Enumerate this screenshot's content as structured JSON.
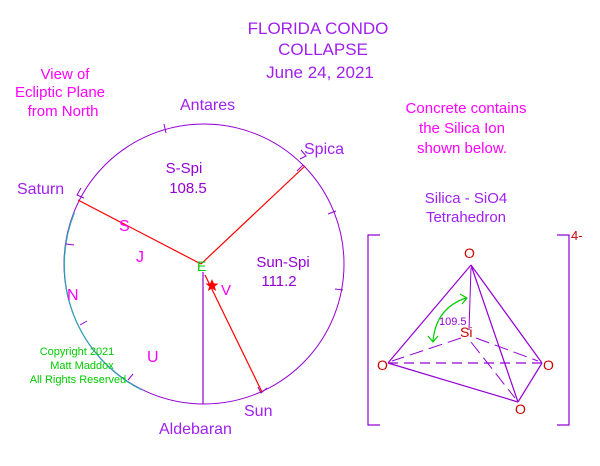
{
  "title": [
    "FLORIDA CONDO",
    "COLLAPSE",
    "June 24, 2021"
  ],
  "view_label": [
    "View of",
    "Ecliptic Plane",
    "from North"
  ],
  "stars": {
    "antares": "Antares",
    "spica": "Spica",
    "saturn": "Saturn",
    "aldebaran": "Aldebaran",
    "sun": "Sun"
  },
  "planets": {
    "saturn_marker": "S",
    "jupiter": "J",
    "neptune": "N",
    "uranus": "U",
    "venus": "V",
    "earth": "E"
  },
  "angles": {
    "s_spi_label": "S-Spi",
    "s_spi_value": "108.5",
    "sun_spi_label": "Sun-Spi",
    "sun_spi_value": "111.2"
  },
  "copyright": [
    "Copyright 2021",
    "Matt Maddox",
    "All Rights Reserved"
  ],
  "concrete_note": [
    "Concrete contains",
    "the Silica Ion",
    "shown below."
  ],
  "tetrahedron": {
    "title": [
      "Silica - SiO4",
      "Tetrahedron"
    ],
    "charge": "4-",
    "angle": "109.5",
    "silicon": "Si",
    "oxygen": "O"
  },
  "colors": {
    "title": "#a020f0",
    "magenta": "#ff00ff",
    "purple_line": "#9400d3",
    "red_line": "#ff0000",
    "green": "#00cc00",
    "teal_arc": "#2aa6b0",
    "dark_red": "#cc0000"
  }
}
